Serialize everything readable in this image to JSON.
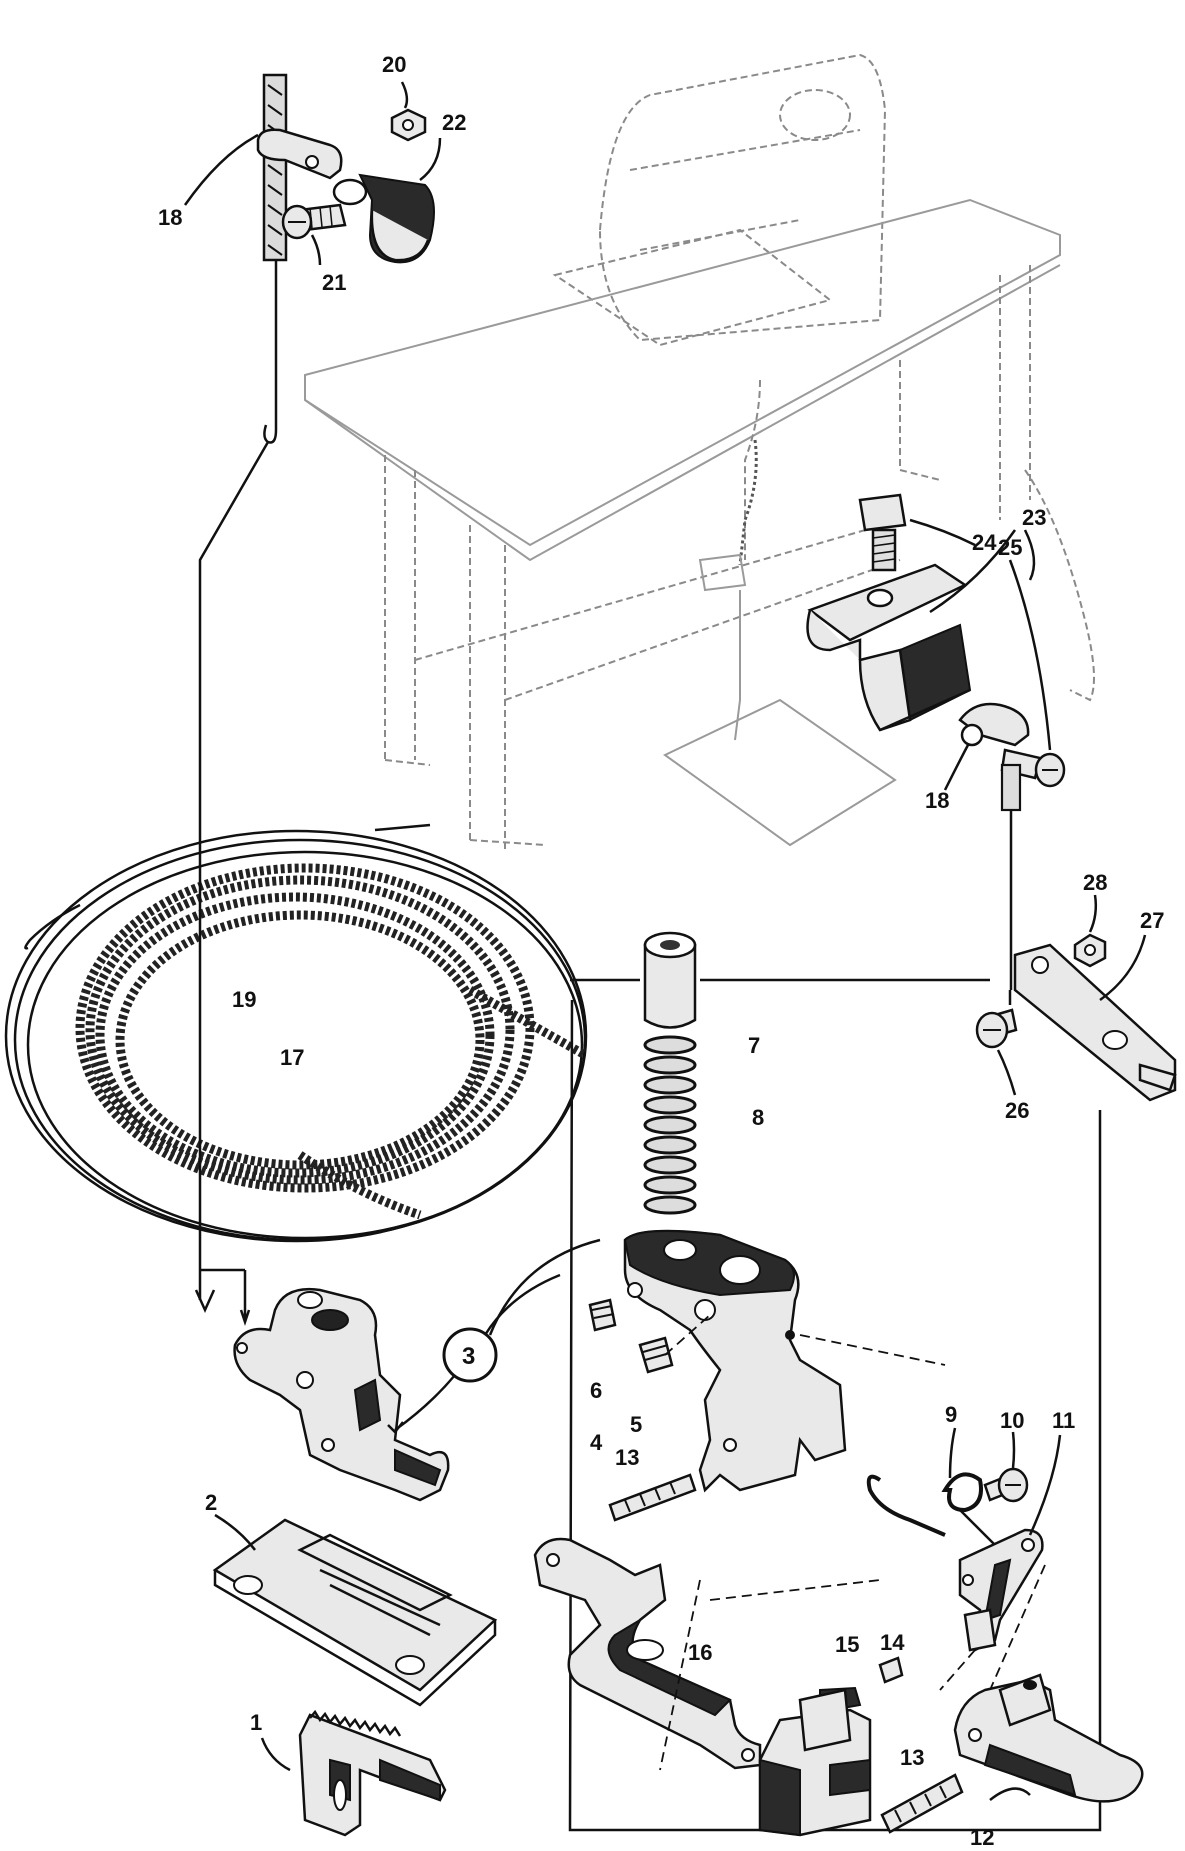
{
  "labels": {
    "l1": "1",
    "l2": "2",
    "l3": "3",
    "l4": "4",
    "l5": "5",
    "l6": "6",
    "l7": "7",
    "l8": "8",
    "l9": "9",
    "l10": "10",
    "l11": "11",
    "l12": "12",
    "l13a": "13",
    "l13b": "13",
    "l14": "14",
    "l15": "15",
    "l16": "16",
    "l17": "17",
    "l18a": "18",
    "l18b": "18",
    "l19": "19",
    "l20": "20",
    "l21": "21",
    "l22": "22",
    "l23": "23",
    "l24": "24",
    "l25": "25",
    "l26": "26",
    "l27": "27",
    "l28": "28"
  }
}
